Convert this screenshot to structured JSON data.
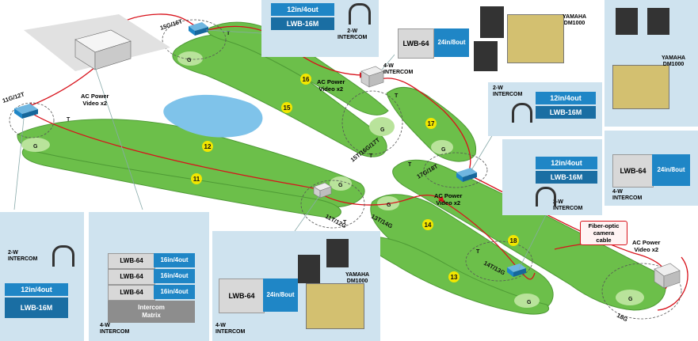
{
  "labels": {
    "ac_power_video_top": "AC Power\nVideo x2",
    "ac_power_video_left": "AC Power\nVideo x2",
    "ac_power_video_mid": "AC Power\nVideo x2",
    "ac_power_video_right": "AC Power\nVideo x2",
    "fiber_optic": "Fiber-optic\ncamera\ncable",
    "intercom_2w": "2-W\nINTERCOM",
    "intercom_4w": "4-W\nINTERCOM",
    "yamaha": "YAMAHA\nDM1000"
  },
  "devices": {
    "lwb64": "LWB-64",
    "lwb16m": "LWB-16M",
    "io_12_4": "12in/4out",
    "io_24_8": "24in/8out",
    "io_16_4": "16in/4out",
    "intercom_matrix": "Intercom\nMatrix"
  },
  "locations": {
    "loc_11g_12t": "11G/12T",
    "loc_15g_16t": "15G/16T",
    "loc_15t_16g_17t": "15T/16G/17T",
    "loc_17g_18t": "17G/18T",
    "loc_11t_12g": "11T/12G",
    "loc_13t_14g": "13T/14G",
    "loc_14t_13g": "14T/13G",
    "loc_18g": "18G"
  },
  "holes": [
    "11",
    "12",
    "13",
    "14",
    "15",
    "16",
    "17",
    "18"
  ],
  "flags": {
    "tee": "T",
    "green": "G"
  },
  "colors": {
    "fairway": "#6cbf4a",
    "green": "#b9e39b",
    "panel": "#cfe3ef",
    "device_blue": "#1f86c6",
    "cable": "#d8121b",
    "hole_marker": "#f2e600"
  }
}
